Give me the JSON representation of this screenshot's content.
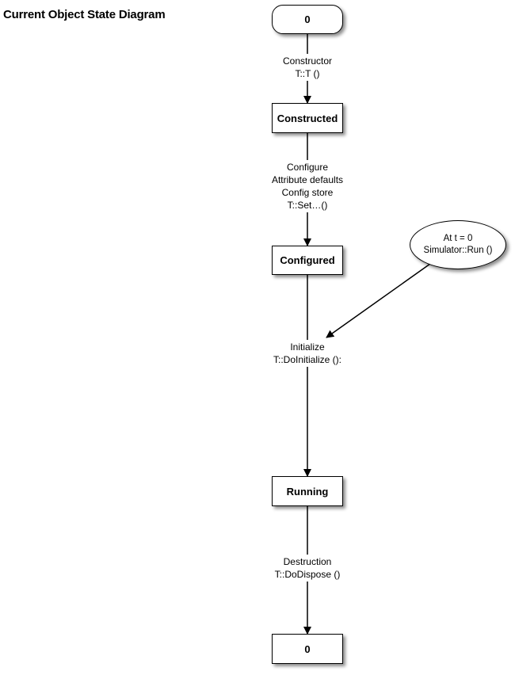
{
  "title": "Current Object State Diagram",
  "states": {
    "initial": "0",
    "constructed": "Constructed",
    "configured": "Configured",
    "running": "Running",
    "final": "0"
  },
  "trigger": {
    "line1": "At t = 0",
    "line2": "Simulator::Run ()"
  },
  "transitions": {
    "construct": {
      "line1": "Constructor",
      "line2": "T::T ()"
    },
    "configure": {
      "line1": "Configure",
      "line2": "Attribute defaults",
      "line3": "Config store",
      "line4": "T::Set…()"
    },
    "initialize": {
      "line1": "Initialize",
      "line2": "T::DoInitialize ():"
    },
    "destruct": {
      "line1": "Destruction",
      "line2": "T::DoDispose ()"
    }
  }
}
